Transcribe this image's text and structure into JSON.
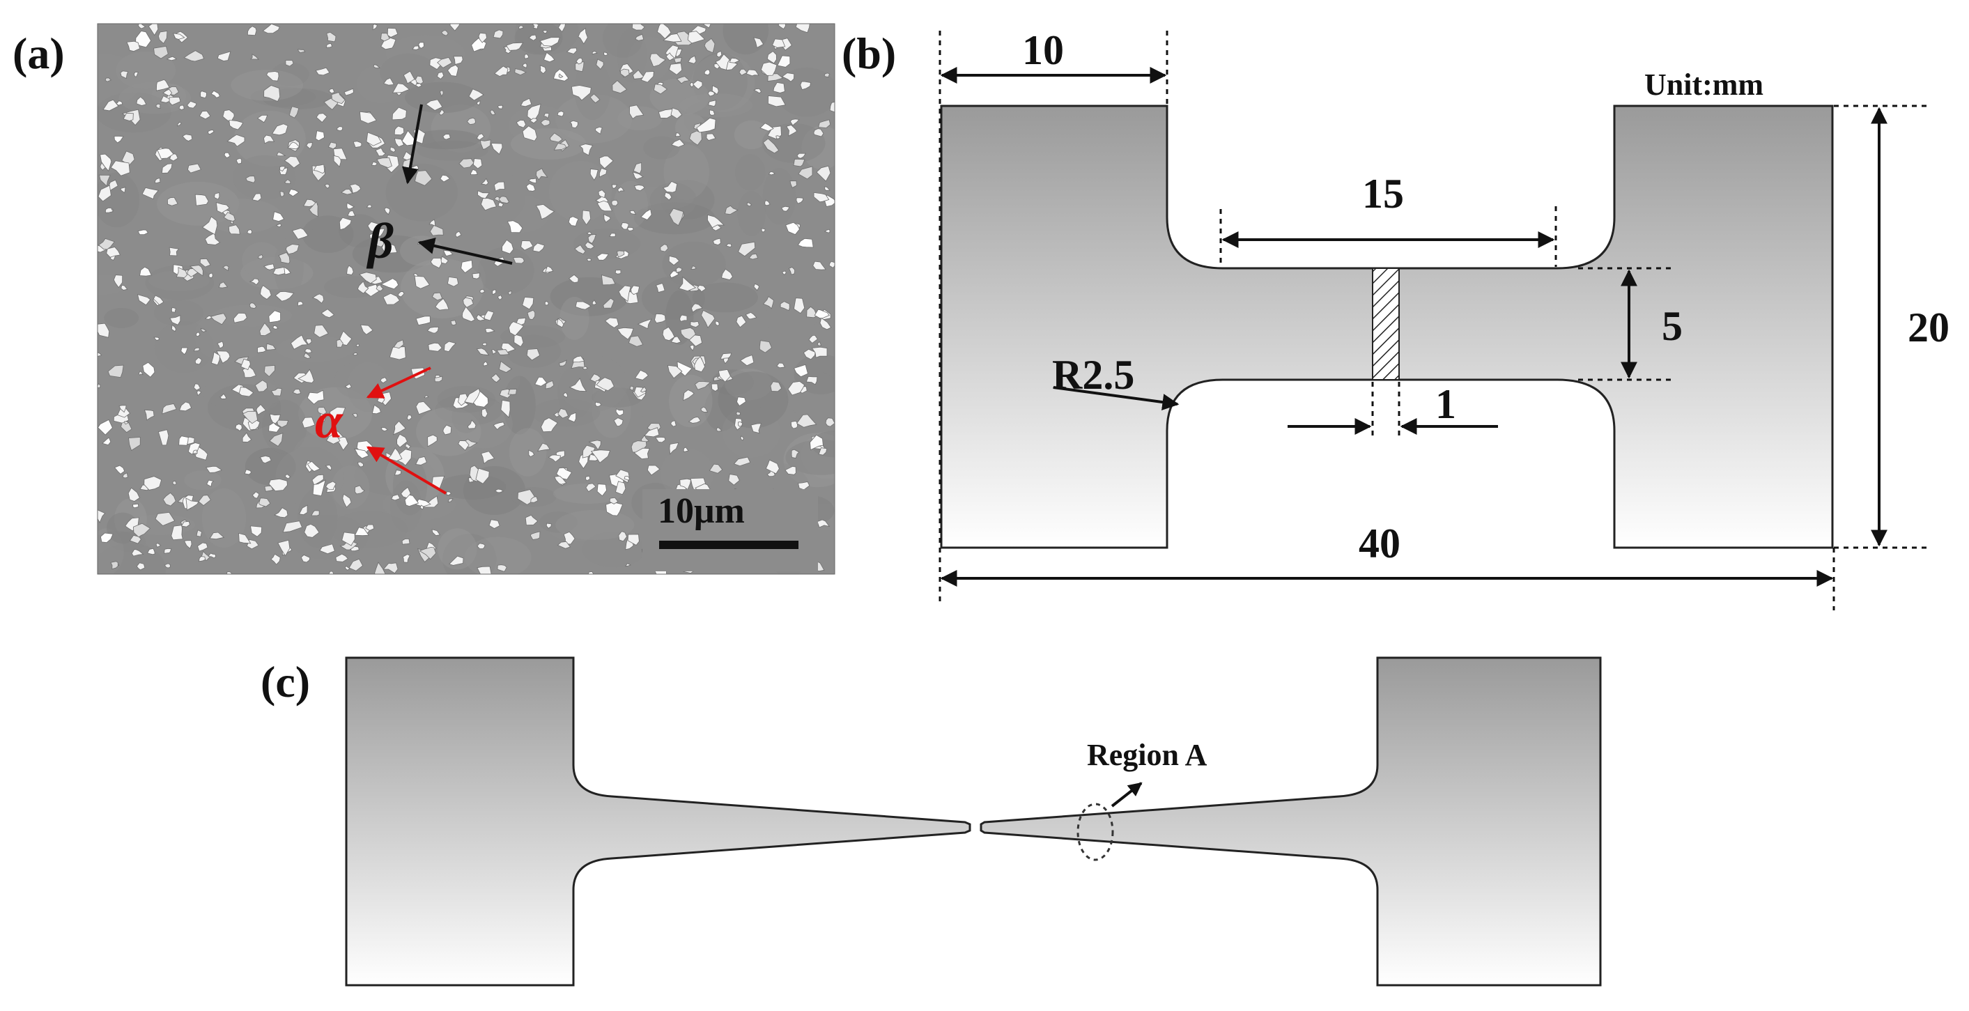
{
  "panel_a": {
    "label": "(a)",
    "beta_label": "β",
    "alpha_label": "α",
    "scale_text": "10μm",
    "colors": {
      "matrix": "#8c8c8c",
      "alpha_phase": "#f2f2f2",
      "alpha_annotation": "#e01010"
    }
  },
  "panel_b": {
    "label": "(b)",
    "unit": "Unit:mm",
    "dim_grip_width": "10",
    "dim_gauge_length": "15",
    "dim_gauge_width": "5",
    "dim_height": "20",
    "dim_total_length": "40",
    "dim_radius": "R2.5",
    "dim_slice": "1"
  },
  "panel_c": {
    "label": "(c)",
    "region_label": "Region A"
  }
}
